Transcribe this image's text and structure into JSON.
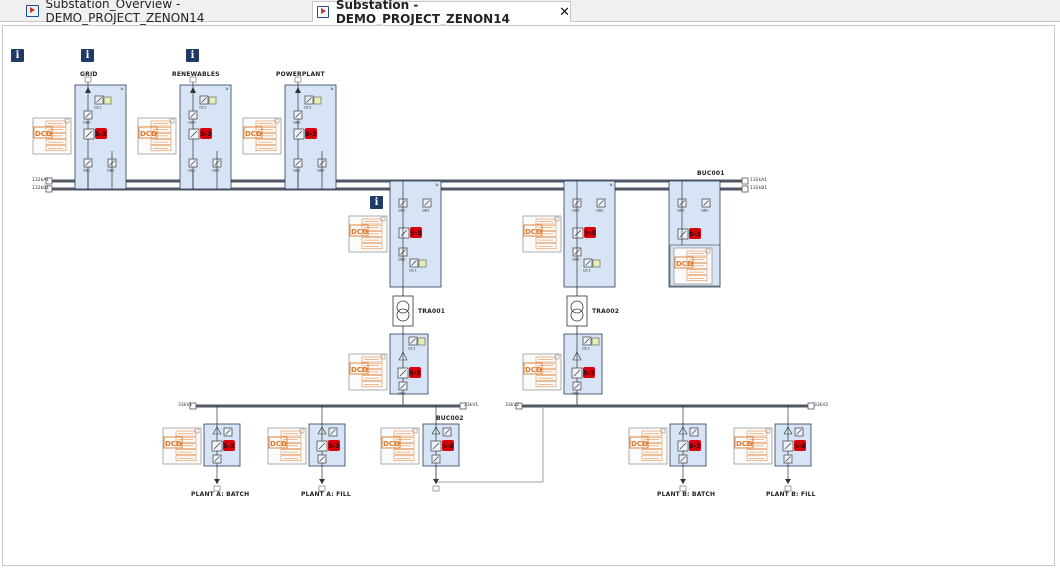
{
  "tabs": [
    {
      "label": "Substation_Overview - DEMO_PROJECT_ZENON14",
      "active": false
    },
    {
      "label": "Substation - DEMO_PROJECT_ZENON14",
      "active": true
    }
  ],
  "tab_close_glyph": "✕",
  "info_glyph": "i",
  "labels": {
    "grid": "GRID",
    "renewables": "RENEWABLES",
    "powerplant": "POWERPLANT",
    "buc001": "BUC001",
    "buc002": "BUC002",
    "tra001": "TRA001",
    "tra002": "TRA002",
    "plant_a_batch": "PLANT A: BATCH",
    "plant_a_fill": "PLANT A: FILL",
    "plant_b_batch": "PLANT B: BATCH",
    "plant_b_fill": "PLANT B: FILL"
  },
  "bus_labels": {
    "hv_a1": "132kA1",
    "hv_b1": "132kB1",
    "mv1": "33kV1",
    "mv2": "33kV2"
  },
  "switch_labels": {
    "qb0": "QB0",
    "qb1": "QB1",
    "qb2": "QB2",
    "qc1": "QC1"
  },
  "breaker_badge": "S-3",
  "colors": {
    "bay_fill": "#d6e4f5",
    "bay_border": "#2b3d55",
    "orange": "#e0782a",
    "breaker_red": "#d9000d",
    "info_bg": "#1f3a66"
  }
}
